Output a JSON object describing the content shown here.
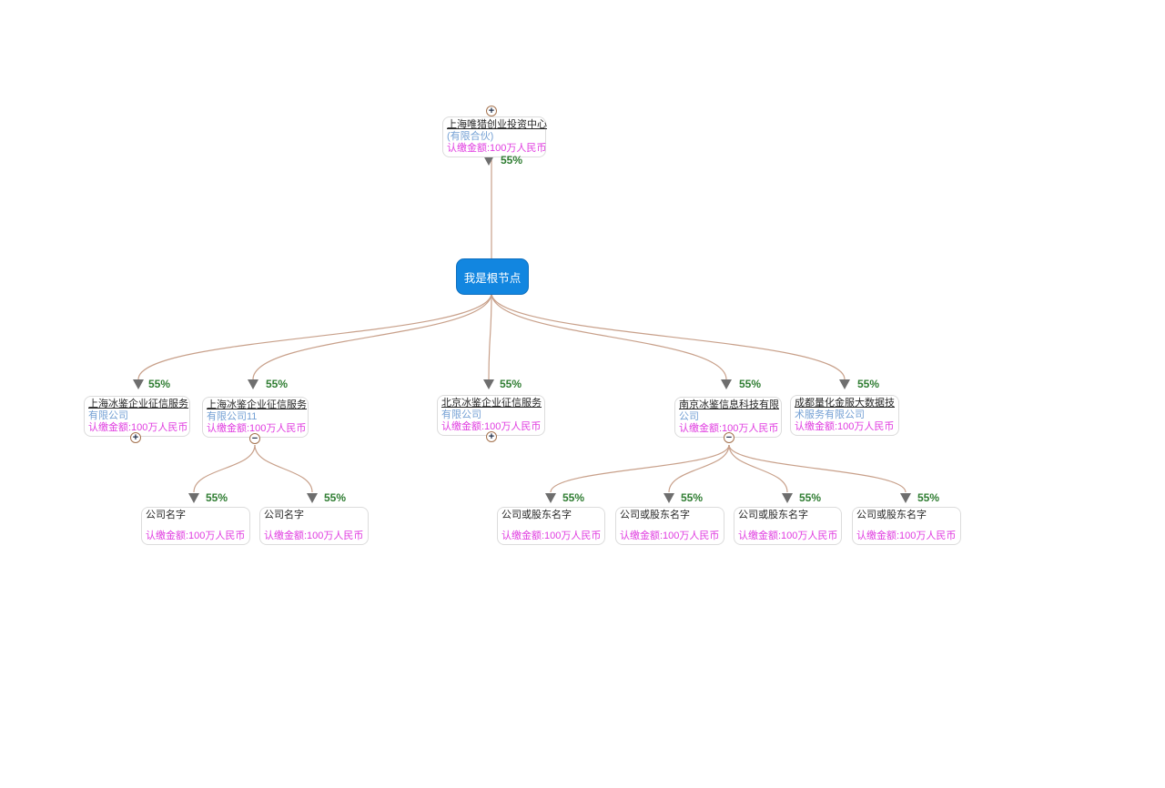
{
  "diagram": {
    "root": {
      "label": "我是根节点"
    },
    "parent": {
      "name": "上海唯猎创业投资中心",
      "name2": "(有限合伙)",
      "amount": "认缴金额:100万人民币",
      "percent": "55%",
      "expander": "+"
    },
    "children": [
      {
        "name": "上海冰鉴企业征信服务",
        "name2": "有限公司",
        "amount": "认缴金额:100万人民币",
        "percent": "55%",
        "expander": "+"
      },
      {
        "name": "上海冰鉴企业征信服务",
        "name2": "有限公司11",
        "amount": "认缴金额:100万人民币",
        "percent": "55%",
        "expander": "−"
      },
      {
        "name": "北京冰鉴企业征信服务",
        "name2": "有限公司",
        "amount": "认缴金额:100万人民币",
        "percent": "55%",
        "expander": "+"
      },
      {
        "name": "南京冰鉴信息科技有限",
        "name2": "公司",
        "amount": "认缴金额:100万人民币",
        "percent": "55%",
        "expander": "−"
      },
      {
        "name": "成都量化金服大数据技",
        "name2": "术服务有限公司",
        "amount": "认缴金额:100万人民币",
        "percent": "55%"
      }
    ],
    "grandchildren_left": [
      {
        "name": "公司名字",
        "name2": "",
        "amount": "认缴金额:100万人民币",
        "percent": "55%"
      },
      {
        "name": "公司名字",
        "name2": "",
        "amount": "认缴金额:100万人民币",
        "percent": "55%"
      }
    ],
    "grandchildren_right": [
      {
        "name": "公司或股东名字",
        "name2": "",
        "amount": "认缴金额:100万人民币",
        "percent": "55%"
      },
      {
        "name": "公司或股东名字",
        "name2": "",
        "amount": "认缴金额:100万人民币",
        "percent": "55%"
      },
      {
        "name": "公司或股东名字",
        "name2": "",
        "amount": "认缴金额:100万人民币",
        "percent": "55%"
      },
      {
        "name": "公司或股东名字",
        "name2": "",
        "amount": "认缴金额:100万人民币",
        "percent": "55%"
      }
    ],
    "colors": {
      "root_bg": "#1286e0",
      "link_line": "#c8a08a",
      "arrow": "#6e6e6e",
      "percent_text": "#2f7d32",
      "amount_text": "#e03ce0",
      "secondary_name_text": "#74a0d4",
      "name_text": "#262626",
      "node_border": "#dcdcdc",
      "expander_border": "#a5734f"
    }
  }
}
